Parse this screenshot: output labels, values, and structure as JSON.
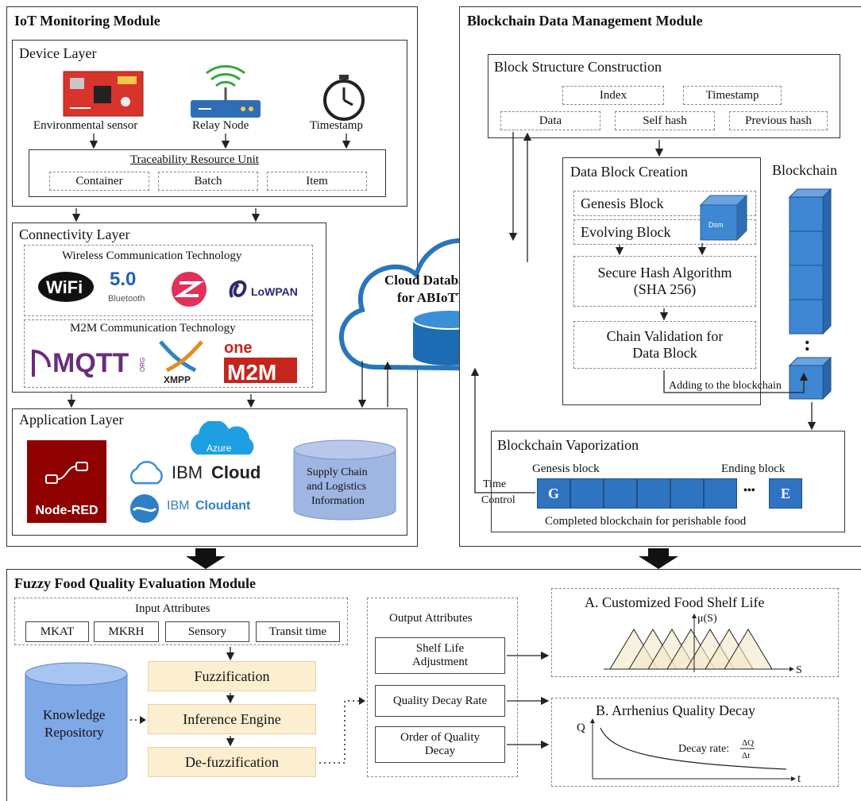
{
  "iot": {
    "title": "IoT Monitoring Module",
    "device_layer": {
      "title": "Device Layer",
      "env_sensor": "Environmental sensor",
      "relay_node": "Relay Node",
      "timestamp": "Timestamp",
      "tru_title": "Traceability Resource Unit",
      "tru_items": [
        "Container",
        "Batch",
        "Item"
      ]
    },
    "connectivity_layer": {
      "title": "Connectivity Layer",
      "wireless_title": "Wireless Communication Technology",
      "wireless_logos": [
        "WiFi",
        "5.0",
        "Bluetooth",
        "LoWPAN"
      ],
      "m2m_title": "M2M Communication Technology",
      "m2m_logos": [
        "MQTT",
        "ORG",
        "XMPP",
        "one",
        "M2M"
      ]
    },
    "application_layer": {
      "title": "Application Layer",
      "node_red": "Node-RED",
      "azure": "Azure",
      "ibm_cloud_a": "IBM",
      "ibm_cloud_b": "Cloud",
      "ibm_cloudant_a": "IBM",
      "ibm_cloudant_b": "Cloudant",
      "supply_chain": [
        "Supply Chain",
        "and Logistics",
        "Information"
      ]
    }
  },
  "cloud": {
    "line1": "Cloud Database",
    "line2": "for ABIoTTM"
  },
  "blockchain": {
    "title": "Blockchain Data Management Module",
    "structure": {
      "title": "Block Structure Construction",
      "fields": [
        "Index",
        "Timestamp",
        "Data",
        "Self hash",
        "Previous hash"
      ]
    },
    "creation": {
      "title": "Data Block Creation",
      "genesis": "Genesis Block",
      "evolving": "Evolving Block",
      "cube_label": "Dsm",
      "sha_line1": "Secure Hash Algorithm",
      "sha_line2": "(SHA 256)",
      "validation_line1": "Chain Validation for",
      "validation_line2": "Data Block"
    },
    "chain_label": "Blockchain",
    "chain_dots": ":",
    "adding": "Adding to the blockchain",
    "vaporization": {
      "title": "Blockchain Vaporization",
      "genesis_label": "Genesis block",
      "ending_label": "Ending block",
      "first": "G",
      "last": "E",
      "ellipsis": "•••",
      "caption": "Completed blockchain for perishable food",
      "time_control_1": "Time",
      "time_control_2": "Control"
    }
  },
  "fuzzy": {
    "title": "Fuzzy Food Quality Evaluation Module",
    "input_title": "Input Attributes",
    "inputs": [
      "MKAT",
      "MKRH",
      "Sensory",
      "Transit time"
    ],
    "knowledge": [
      "Knowledge",
      "Repository"
    ],
    "steps": [
      "Fuzzification",
      "Inference Engine",
      "De-fuzzification"
    ],
    "output_title": "Output Attributes",
    "outputs_1": [
      "Shelf Life",
      "Adjustment"
    ],
    "outputs_2": "Quality Decay Rate",
    "outputs_3": [
      "Order of Quality",
      "Decay"
    ],
    "shelf_title": "A. Customized Food Shelf Life",
    "shelf_mu": "μ(S)",
    "shelf_axis": "S",
    "decay_title": "B. Arrhenius Quality Decay",
    "decay_q": "Q",
    "decay_t": "t",
    "decay_rate": "Decay rate:",
    "decay_num": "ΔQ",
    "decay_den": "Δt"
  }
}
